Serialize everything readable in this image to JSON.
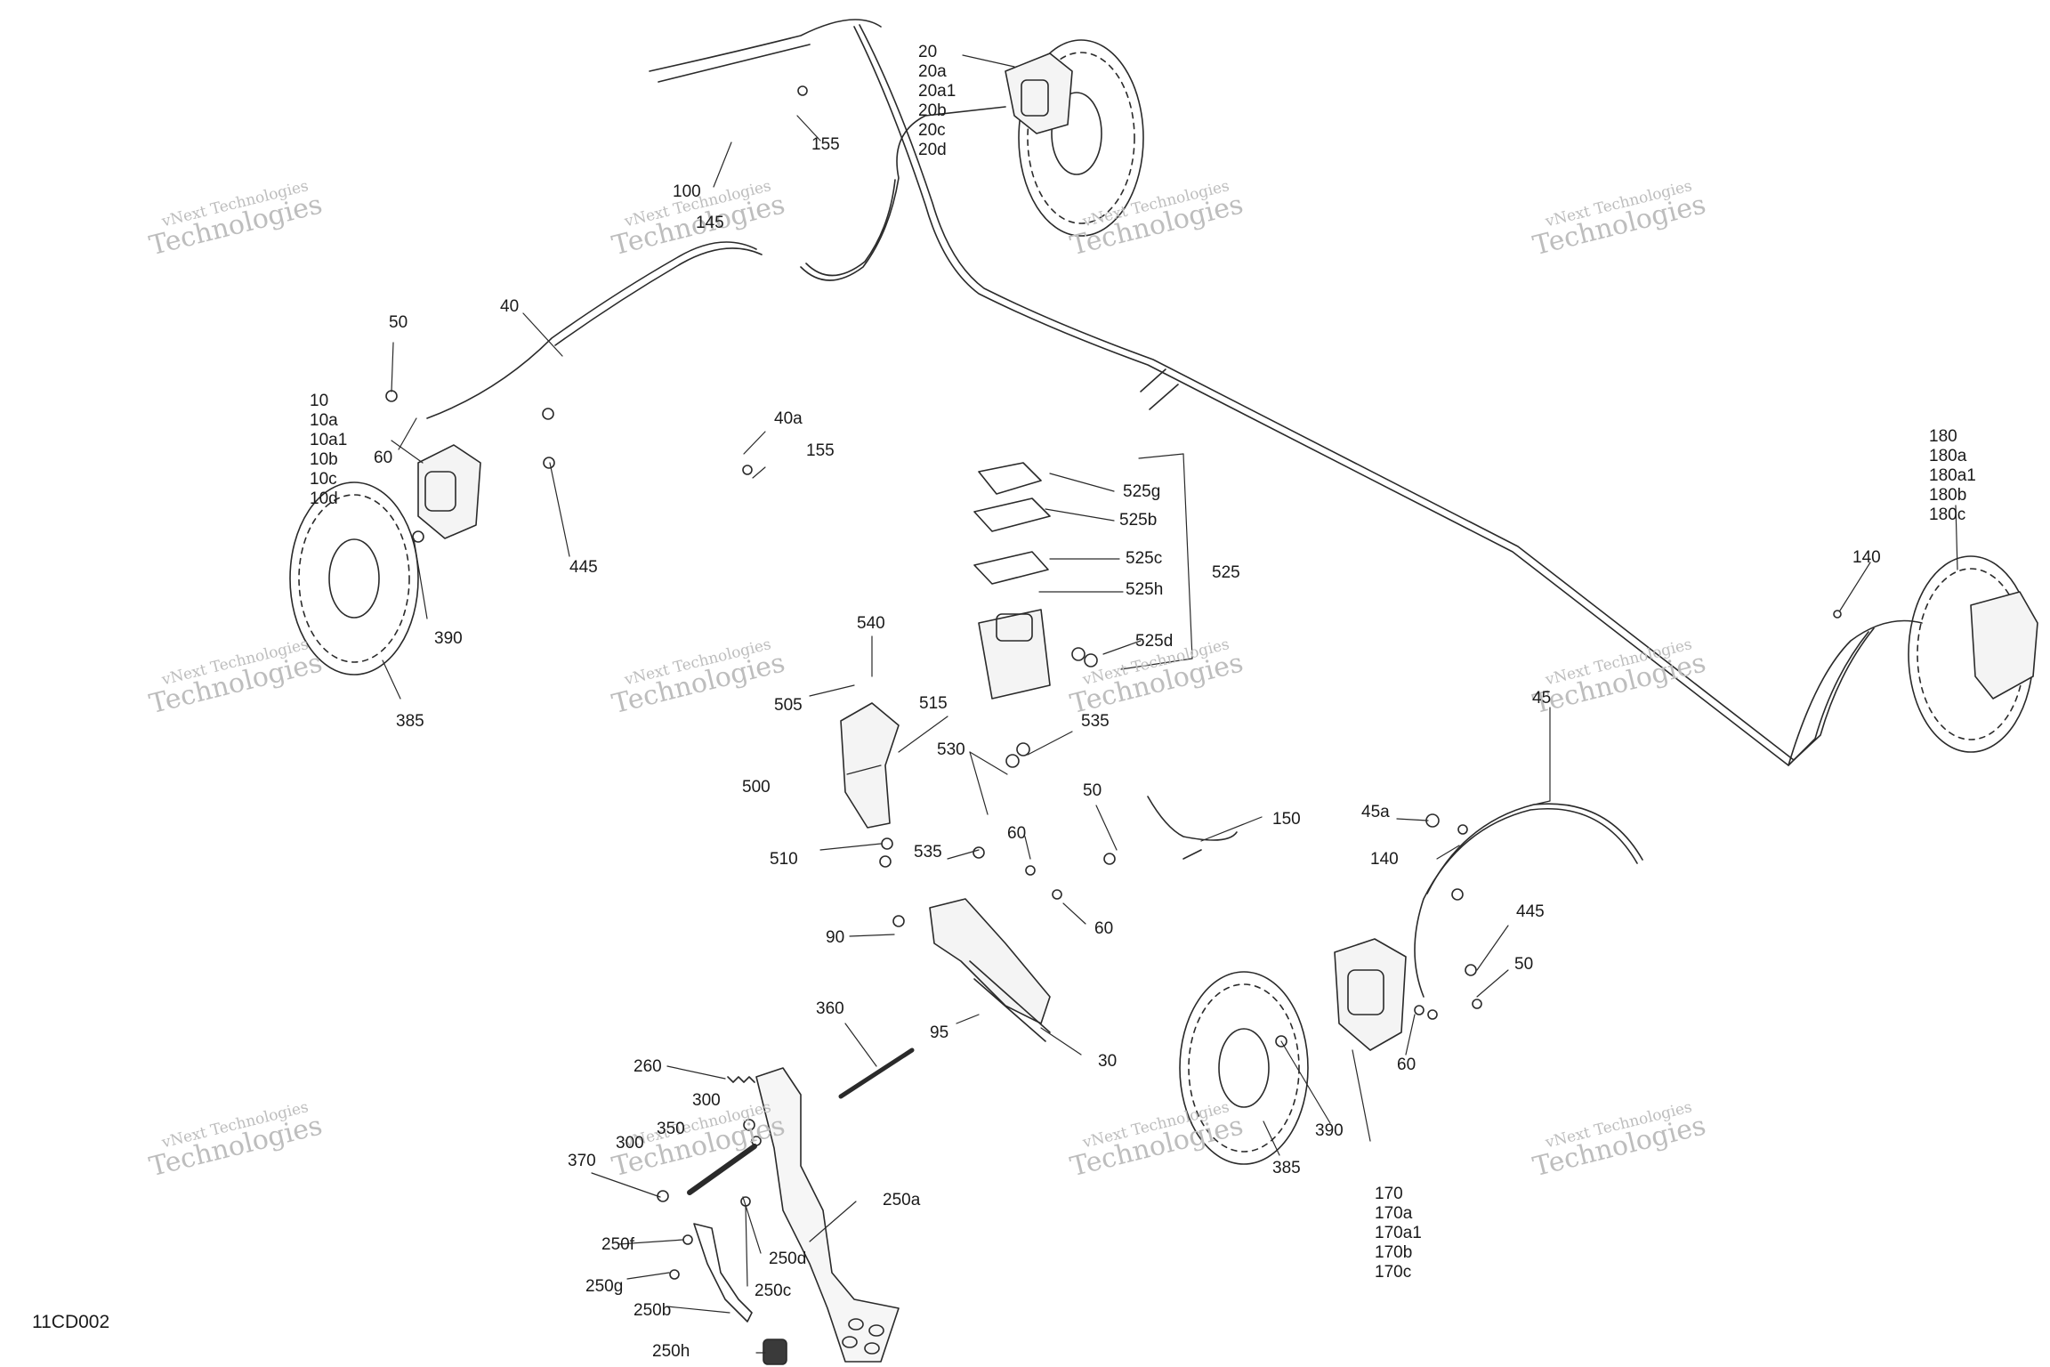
{
  "diagram_code": "11CD002",
  "watermark": {
    "line1": "vNext Technologies",
    "line2": "Technologies"
  },
  "labels": {
    "front_right_caliper": [
      "20",
      "20a",
      "20a1",
      "20b",
      "20c",
      "20d"
    ],
    "front_left_caliper": [
      "10",
      "10a",
      "10a1",
      "10b",
      "10c",
      "10d"
    ],
    "rear_right_caliper": [
      "180",
      "180a",
      "180a1",
      "180b",
      "180c"
    ],
    "rear_left_caliper": [
      "170",
      "170a",
      "170a1",
      "170b",
      "170c"
    ],
    "l155_top": "155",
    "l100": "100",
    "l145": "145",
    "l40": "40",
    "l50_left": "50",
    "l60_left": "60",
    "l40a": "40a",
    "l155_mid": "155",
    "l445_left": "445",
    "l390_left": "390",
    "l385_left": "385",
    "l525g": "525g",
    "l525b": "525b",
    "l525c": "525c",
    "l525h": "525h",
    "l525": "525",
    "l525d": "525d",
    "l540": "540",
    "l505": "505",
    "l515": "515",
    "l500": "500",
    "l530": "530",
    "l535_top": "535",
    "l510": "510",
    "l535_low": "535",
    "l60_mid": "60",
    "l50_mid": "50",
    "l150": "150",
    "l60_mid2": "60",
    "l90": "90",
    "l95": "95",
    "l30": "30",
    "l360": "360",
    "l260": "260",
    "l300a": "300",
    "l350": "350",
    "l300b": "300",
    "l370": "370",
    "l250a": "250a",
    "l250f": "250f",
    "l250d": "250d",
    "l250g": "250g",
    "l250c": "250c",
    "l250b": "250b",
    "l250h": "250h",
    "l140_top": "140",
    "l45": "45",
    "l45a": "45a",
    "l140_low": "140",
    "l445_right": "445",
    "l50_right": "50",
    "l60_right": "60",
    "l390_right": "390",
    "l385_right": "385"
  }
}
